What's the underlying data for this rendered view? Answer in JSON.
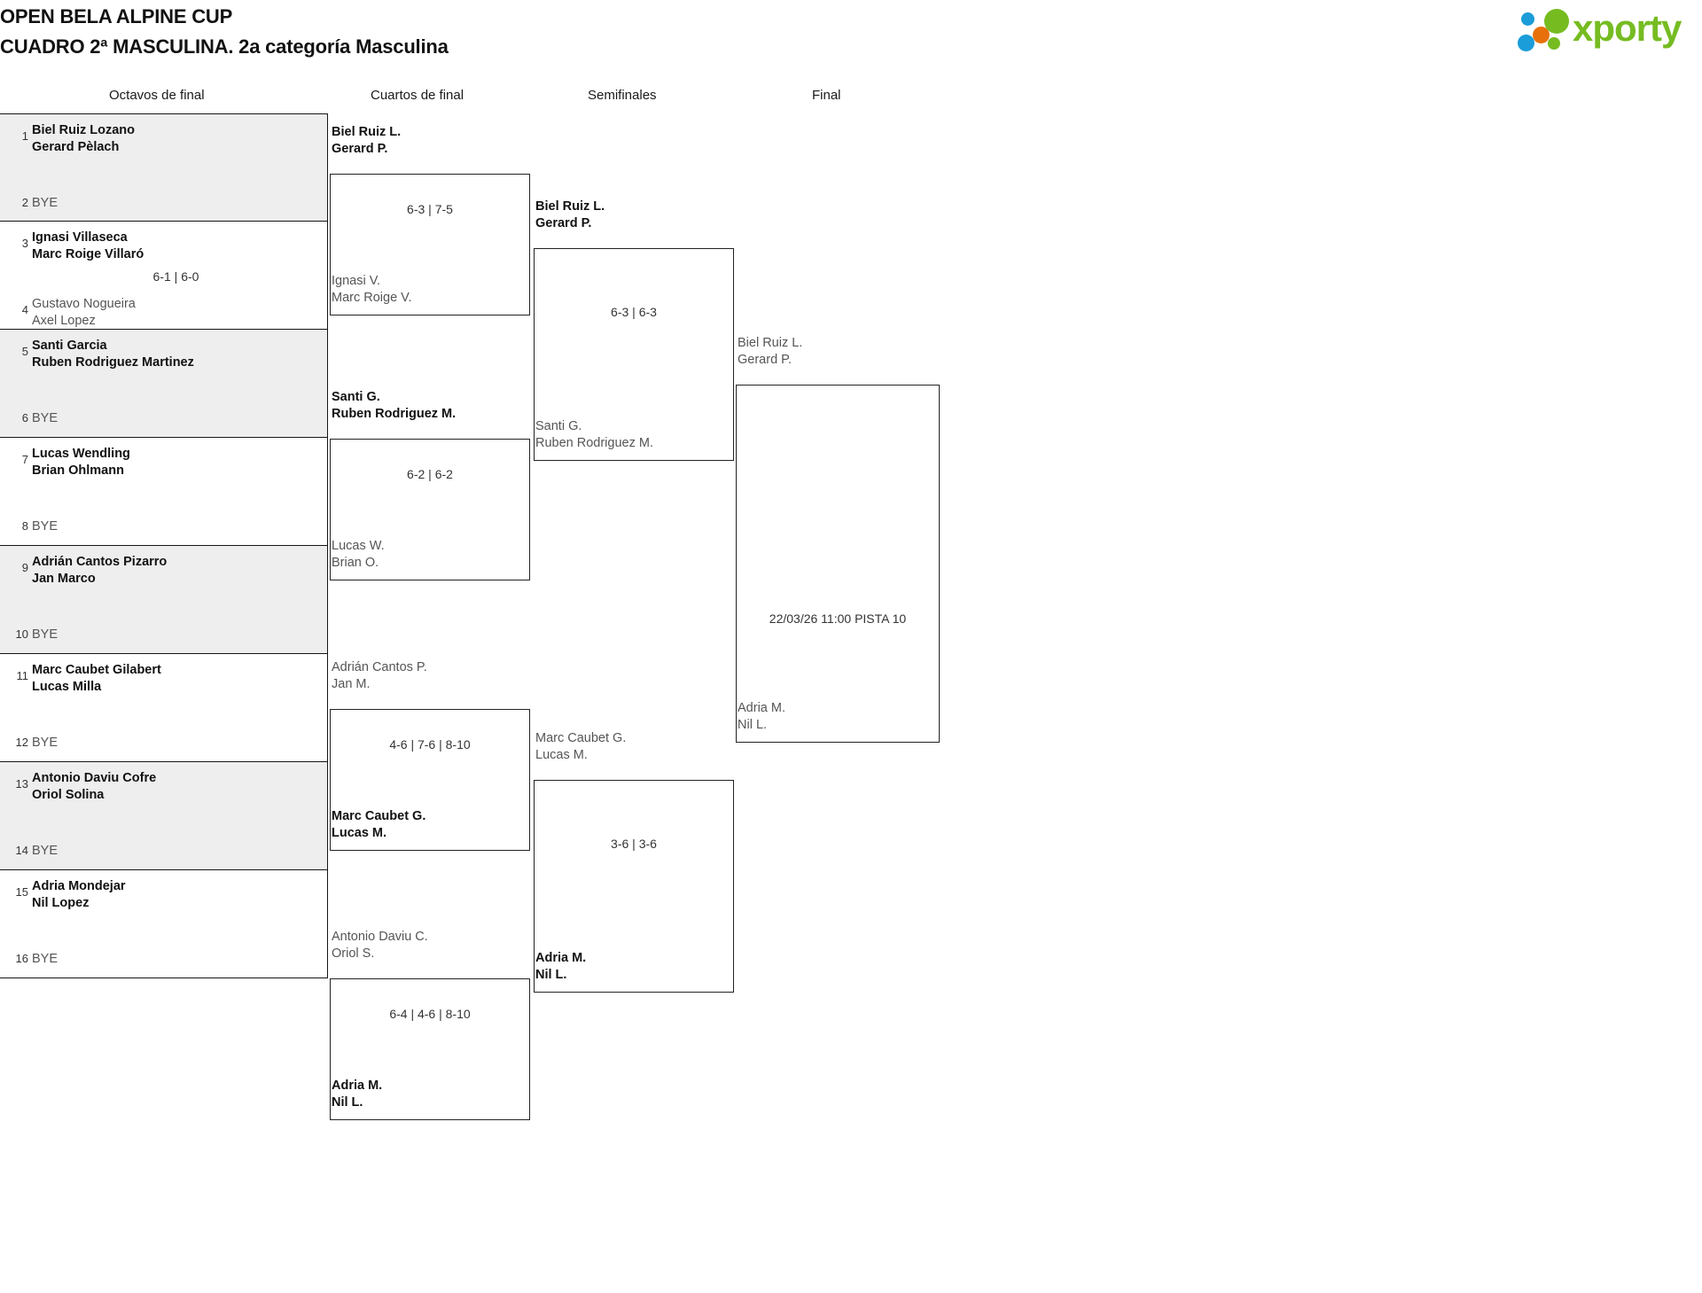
{
  "header": {
    "title_line1": "OPEN BELA ALPINE CUP",
    "title_line2": "CUADRO 2ª MASCULINA. 2a categoría Masculina",
    "logo_text": "xporty",
    "logo_colors": {
      "green": "#76bc21",
      "blue": "#1b9dd9",
      "orange": "#e8700a"
    }
  },
  "rounds": [
    {
      "label": "Octavos de final"
    },
    {
      "label": "Cuartos de final"
    },
    {
      "label": "Semifinales"
    },
    {
      "label": "Final"
    }
  ],
  "round1": {
    "pairs": [
      {
        "shaded": true,
        "top": {
          "seed": "1",
          "line1": "Biel Ruiz Lozano",
          "line2": "Gerard Pèlach",
          "winner": true
        },
        "bottom": {
          "seed": "2",
          "bye": "BYE"
        },
        "score": ""
      },
      {
        "shaded": false,
        "top": {
          "seed": "3",
          "line1": "Ignasi Villaseca",
          "line2": "Marc Roige Villaró",
          "winner": true
        },
        "bottom": {
          "seed": "4",
          "line1": "Gustavo Nogueira",
          "line2": "Axel Lopez",
          "winner": false
        },
        "score": "6-1 | 6-0"
      },
      {
        "shaded": true,
        "top": {
          "seed": "5",
          "line1": "Santi Garcia",
          "line2": "Ruben Rodriguez Martinez",
          "winner": true
        },
        "bottom": {
          "seed": "6",
          "bye": "BYE"
        },
        "score": ""
      },
      {
        "shaded": false,
        "top": {
          "seed": "7",
          "line1": "Lucas Wendling",
          "line2": "Brian Ohlmann",
          "winner": true
        },
        "bottom": {
          "seed": "8",
          "bye": "BYE"
        },
        "score": ""
      },
      {
        "shaded": true,
        "top": {
          "seed": "9",
          "line1": "Adrián Cantos Pizarro",
          "line2": "Jan Marco",
          "winner": true
        },
        "bottom": {
          "seed": "10",
          "bye": "BYE"
        },
        "score": ""
      },
      {
        "shaded": false,
        "top": {
          "seed": "11",
          "line1": "Marc Caubet Gilabert",
          "line2": "Lucas Milla",
          "winner": true
        },
        "bottom": {
          "seed": "12",
          "bye": "BYE"
        },
        "score": ""
      },
      {
        "shaded": true,
        "top": {
          "seed": "13",
          "line1": "Antonio Daviu Cofre",
          "line2": "Oriol Solina",
          "winner": true
        },
        "bottom": {
          "seed": "14",
          "bye": "BYE"
        },
        "score": ""
      },
      {
        "shaded": false,
        "top": {
          "seed": "15",
          "line1": "Adria Mondejar",
          "line2": "Nil Lopez",
          "winner": true
        },
        "bottom": {
          "seed": "16",
          "bye": "BYE"
        },
        "score": ""
      }
    ]
  },
  "round2": {
    "matches": [
      {
        "top": {
          "line1": "Biel Ruiz L.",
          "line2": "Gerard P.",
          "winner": true
        },
        "bottom": {
          "line1": "Ignasi V.",
          "line2": "Marc Roige V.",
          "winner": false
        },
        "score": "6-3 | 7-5"
      },
      {
        "top": {
          "line1": "Santi G.",
          "line2": "Ruben Rodriguez M.",
          "winner": true
        },
        "bottom": {
          "line1": "Lucas W.",
          "line2": "Brian O.",
          "winner": false
        },
        "score": "6-2 | 6-2"
      },
      {
        "top": {
          "line1": "Adrián Cantos P.",
          "line2": "Jan M.",
          "winner": false
        },
        "bottom": {
          "line1": "Marc Caubet G.",
          "line2": "Lucas M.",
          "winner": true
        },
        "score": "4-6 | 7-6 | 8-10"
      },
      {
        "top": {
          "line1": "Antonio Daviu C.",
          "line2": "Oriol S.",
          "winner": false
        },
        "bottom": {
          "line1": "Adria M.",
          "line2": "Nil L.",
          "winner": true
        },
        "score": "6-4 | 4-6 | 8-10"
      }
    ]
  },
  "round3": {
    "matches": [
      {
        "top": {
          "line1": "Biel Ruiz L.",
          "line2": "Gerard P.",
          "winner": true
        },
        "bottom": {
          "line1": "Santi G.",
          "line2": "Ruben Rodriguez M.",
          "winner": false
        },
        "score": "6-3 | 6-3"
      },
      {
        "top": {
          "line1": "Marc Caubet G.",
          "line2": "Lucas M.",
          "winner": false
        },
        "bottom": {
          "line1": "Adria M.",
          "line2": "Nil L.",
          "winner": true
        },
        "score": "3-6 | 3-6"
      }
    ]
  },
  "round4": {
    "matches": [
      {
        "top": {
          "line1": "Biel Ruiz L.",
          "line2": "Gerard P.",
          "winner": false
        },
        "bottom": {
          "line1": "Adria M.",
          "line2": "Nil L.",
          "winner": false
        },
        "info": "22/03/26 11:00 PISTA 10"
      }
    ]
  }
}
